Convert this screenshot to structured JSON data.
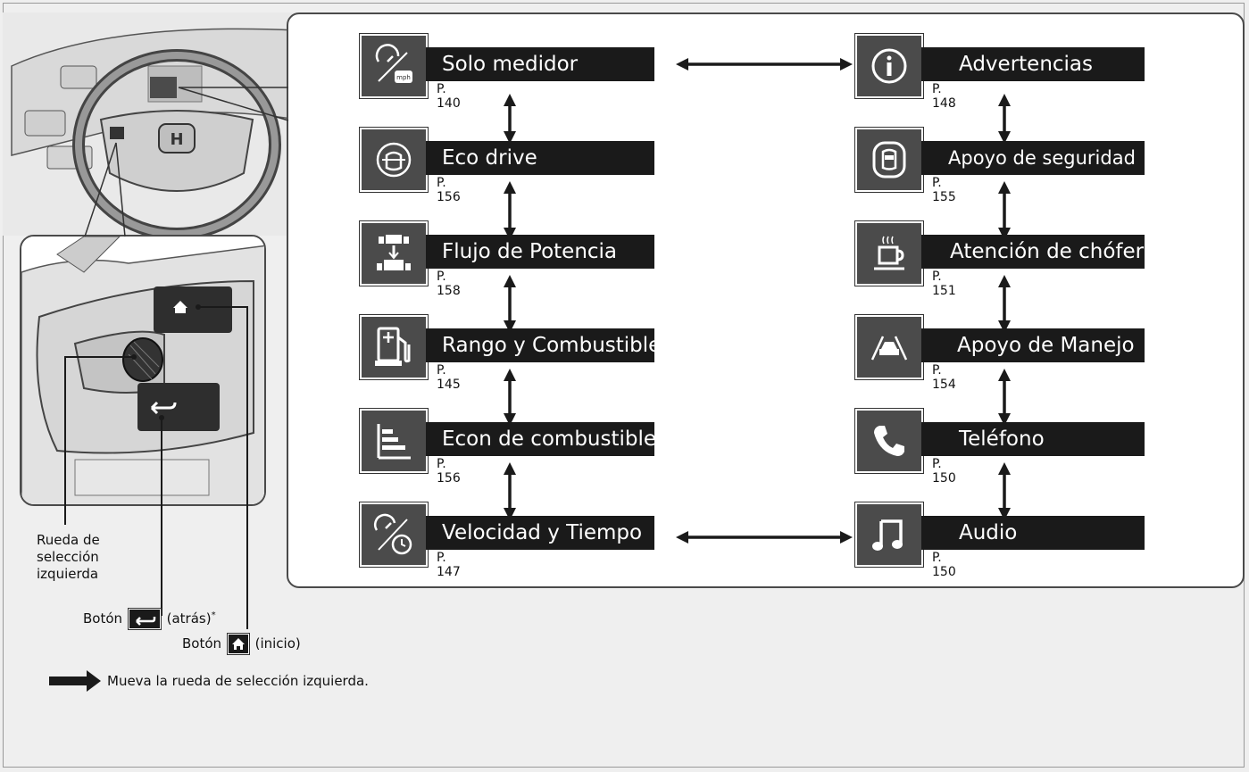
{
  "menu_left": [
    {
      "label": "Solo medidor",
      "page": "P. 140",
      "icon": "speedometer-mph-icon"
    },
    {
      "label": "Eco drive",
      "page": "P. 156",
      "icon": "eco-drive-car-icon"
    },
    {
      "label": "Flujo de Potencia",
      "page": "P. 158",
      "icon": "power-flow-icon"
    },
    {
      "label": "Rango y Combustible",
      "page": "P. 145",
      "icon": "fuel-pump-icon"
    },
    {
      "label": "Econ de combustible",
      "page": "P. 156",
      "icon": "bar-graph-icon"
    },
    {
      "label": "Velocidad y Tiempo",
      "page": "P. 147",
      "icon": "speed-clock-icon"
    }
  ],
  "menu_right": [
    {
      "label": "Advertencias",
      "page": "P. 148",
      "icon": "info-icon"
    },
    {
      "label": "Apoyo de seguridad",
      "page": "P. 155",
      "icon": "safety-car-icon"
    },
    {
      "label": "Atención de chófer",
      "page": "P. 151",
      "icon": "coffee-cup-icon"
    },
    {
      "label": "Apoyo de Manejo",
      "page": "P. 154",
      "icon": "lane-car-icon"
    },
    {
      "label": "Teléfono",
      "page": "P. 150",
      "icon": "phone-icon"
    },
    {
      "label": "Audio",
      "page": "P. 150",
      "icon": "music-note-icon"
    }
  ],
  "callouts": {
    "wheel_line1": "Rueda de",
    "wheel_line2": "selección",
    "wheel_line3": "izquierda",
    "back_prefix": "Botón",
    "back_suffix": "(atrás)",
    "back_mark": "*",
    "home_prefix": "Botón",
    "home_suffix": "(inicio)"
  },
  "legend": {
    "text": "Mueva la rueda de selección izquierda."
  },
  "colors": {
    "bar": "#1a1a1a",
    "icon_bg": "#4b4b4b",
    "frame": "#4a4a4a"
  }
}
